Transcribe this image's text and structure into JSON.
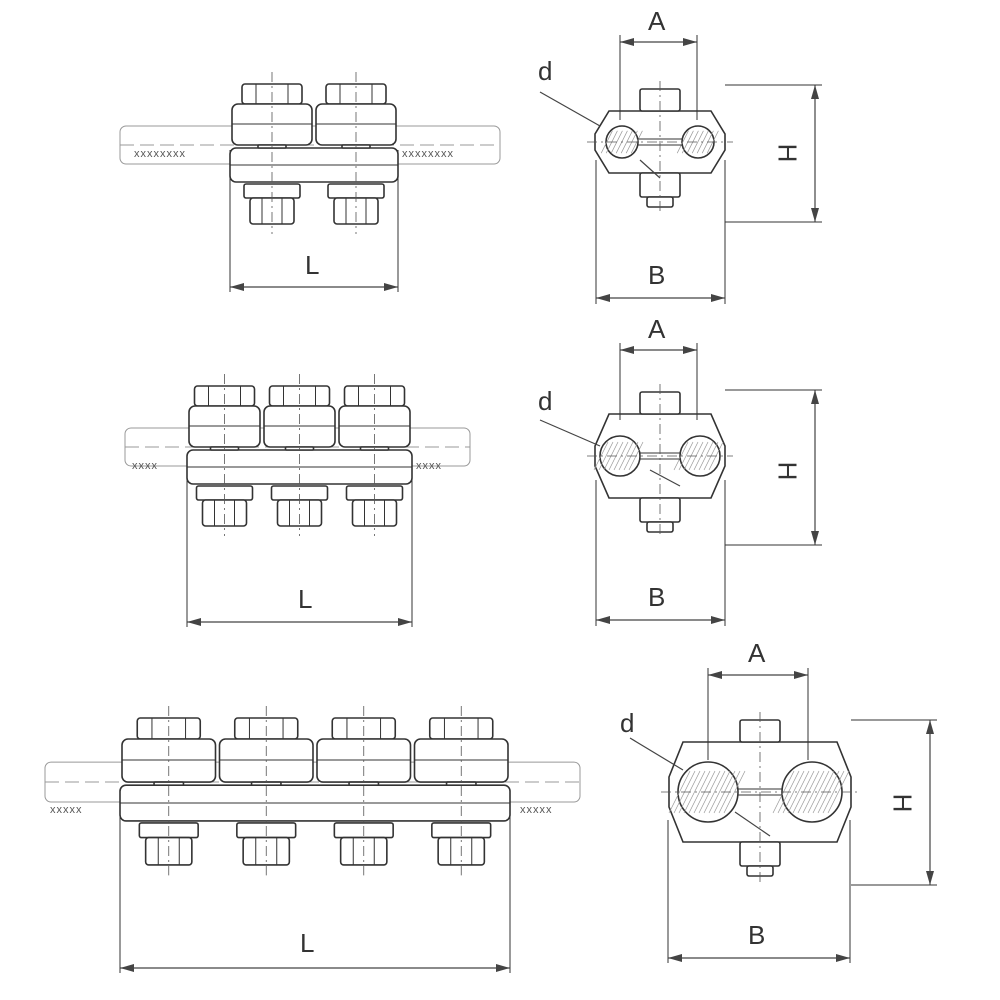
{
  "drawings": [
    {
      "name": "two-bolt-clamp",
      "bolts": 2,
      "side": {
        "length_label": "L",
        "wire_marking": "xxxxxxxx"
      },
      "end": {
        "A": "A",
        "B": "B",
        "H": "H",
        "d": "d"
      }
    },
    {
      "name": "three-bolt-clamp",
      "bolts": 3,
      "side": {
        "length_label": "L",
        "wire_marking": "xxxx"
      },
      "end": {
        "A": "A",
        "B": "B",
        "H": "H",
        "d": "d"
      }
    },
    {
      "name": "four-bolt-clamp",
      "bolts": 4,
      "side": {
        "length_label": "L",
        "wire_marking": "xxxxx"
      },
      "end": {
        "A": "A",
        "B": "B",
        "H": "H",
        "d": "d"
      }
    }
  ],
  "colors": {
    "line": "#333333",
    "dim": "#444444",
    "hatch": "#999999"
  }
}
